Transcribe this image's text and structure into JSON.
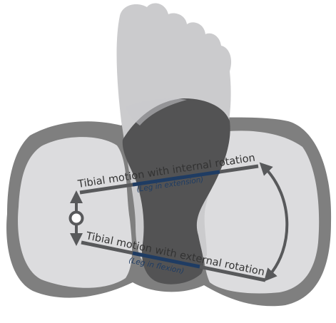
{
  "diagram": {
    "internal_rotation": {
      "label": "Tibial motion with internal rotation",
      "sublabel": "(Leg in extension)"
    },
    "external_rotation": {
      "label": "Tibial motion with external rotation",
      "sublabel": "(Leg in flexion)"
    },
    "colors": {
      "tibia_outline": "#7f7f7f",
      "condyle": "#dcdcde",
      "foot": "#cbcbcd",
      "bone_shaft": "#535354",
      "motion_line": "#58595b",
      "highlight": "#1f3c63",
      "text": "#333333"
    }
  }
}
